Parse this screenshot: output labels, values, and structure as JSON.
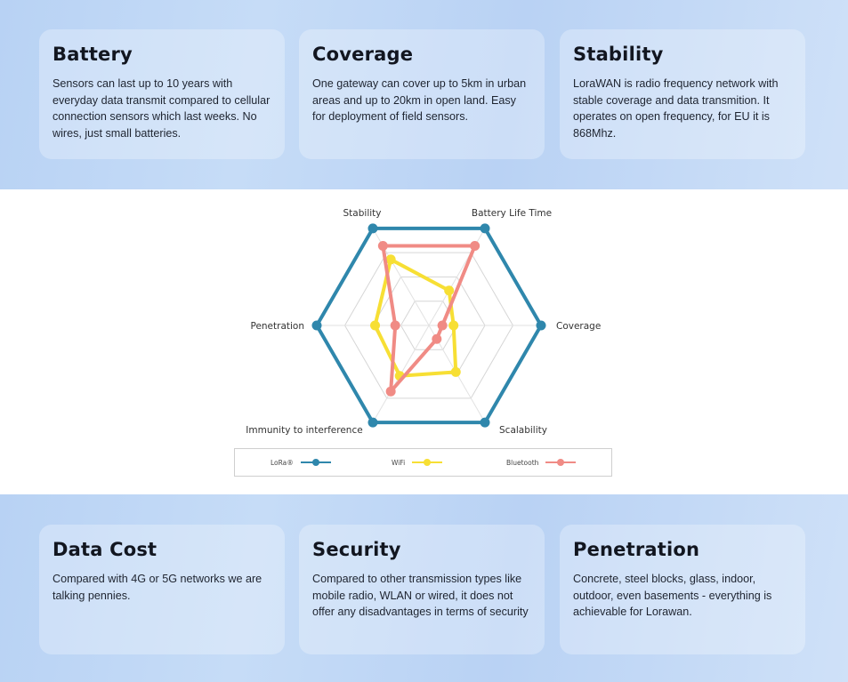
{
  "top_cards": [
    {
      "title": "Battery",
      "text": "Sensors can last up to 10 years with everyday data transmit compared to cellular connection sensors which last weeks. No wires, just small batteries."
    },
    {
      "title": "Coverage",
      "text": "One gateway can cover up to 5km in urban areas and up to 20km in open land. Easy for deployment of field sensors."
    },
    {
      "title": "Stability",
      "text": "LoraWAN is radio frequency network with stable coverage and data transmition. It operates on open frequency, for EU it is 868Mhz."
    }
  ],
  "bottom_cards": [
    {
      "title": "Data Cost",
      "text": "Compared with 4G or 5G networks we are talking pennies."
    },
    {
      "title": "Security",
      "text": "Compared to other transmission types like mobile radio, WLAN or wired, it does not offer any disadvantages in terms of security"
    },
    {
      "title": "Penetration",
      "text": "Concrete, steel blocks, glass, indoor, outdoor, even basements - everything is achievable for Lorawan."
    }
  ],
  "chart_data": {
    "type": "radar",
    "axes": [
      "Stability",
      "Battery Life Time",
      "Coverage",
      "Scalability",
      "Immunity to interference",
      "Penetration"
    ],
    "range": [
      0,
      5
    ],
    "grid_levels": 4,
    "series": [
      {
        "name": "LoRa®",
        "color": "#2f87ac",
        "values": [
          5,
          5,
          5,
          5,
          5,
          5
        ]
      },
      {
        "name": "WiFi",
        "color": "#f7df34",
        "values": [
          3.4,
          1.8,
          1.1,
          2.4,
          2.6,
          2.4
        ]
      },
      {
        "name": "Bluetooth",
        "color": "#f08b85",
        "values": [
          4.1,
          4.1,
          0.6,
          0.7,
          3.4,
          1.5
        ]
      }
    ],
    "legend_position": "bottom"
  }
}
